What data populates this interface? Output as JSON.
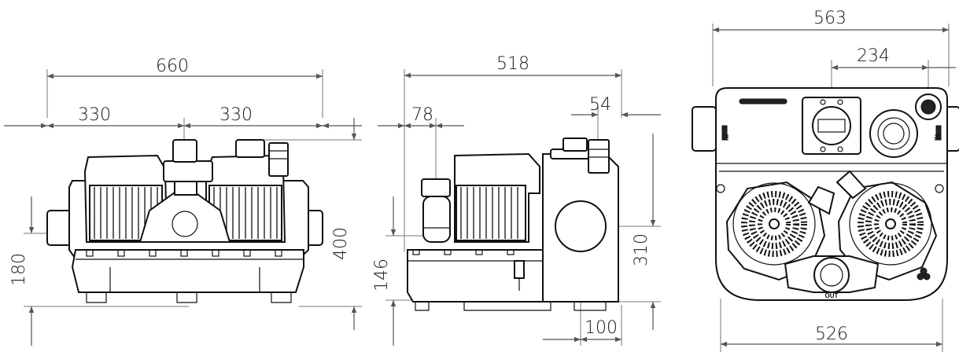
{
  "front_view": {
    "overall_width": "660",
    "left_half": "330",
    "right_half": "330",
    "inlet_height": "180",
    "overall_height": "400"
  },
  "side_view": {
    "overall_depth": "518",
    "inlet_offset": "78",
    "outlet_offset": "54",
    "inlet_height": "146",
    "side_inlet_height": "310",
    "side_inlet_offset": "100"
  },
  "top_view": {
    "overall_width": "563",
    "outlet_offset": "234",
    "base_width": "526",
    "inlet_label_left": "IN",
    "inlet_label_right": "IN",
    "outlet_label": "OUT"
  }
}
